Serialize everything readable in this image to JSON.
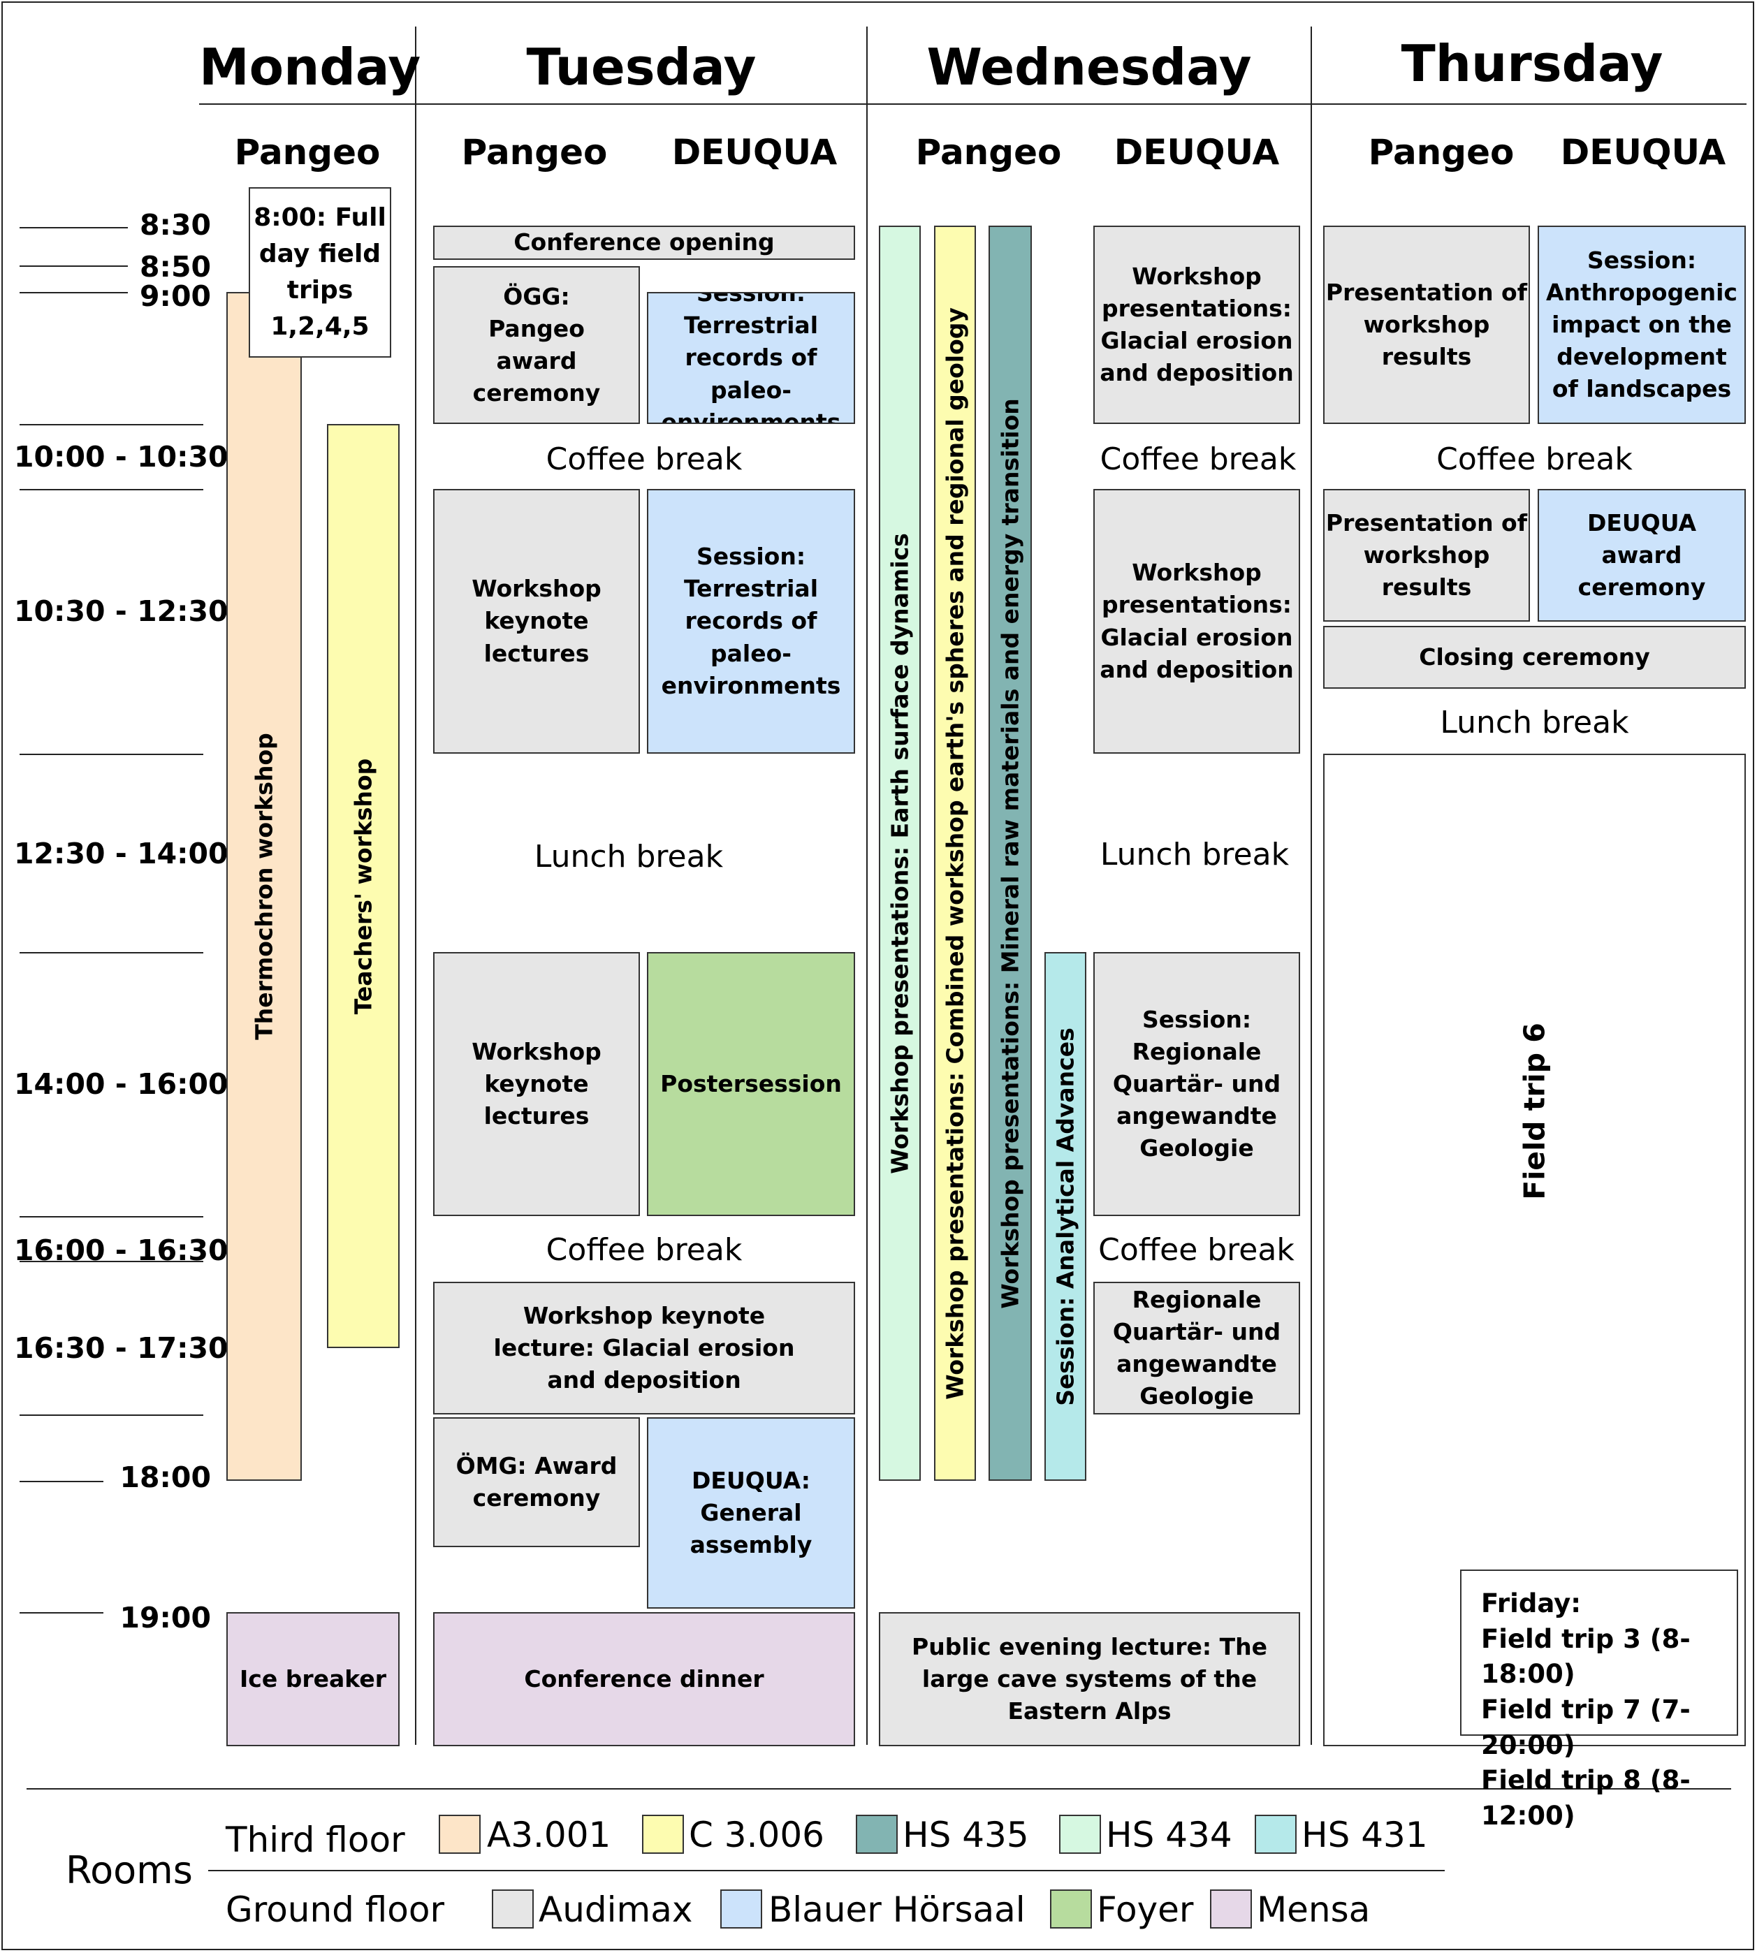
{
  "days": {
    "monday": "Monday",
    "tuesday": "Tuesday",
    "wednesday": "Wednesday",
    "thursday": "Thursday"
  },
  "rooms": {
    "pangeo": "Pangeo",
    "deuqua": "DEUQUA"
  },
  "times": [
    "8:30",
    "8:50",
    "9:00",
    "10:00 - 10:30",
    "10:30 - 12:30",
    "12:30 - 14:00",
    "14:00 - 16:00",
    "16:00 - 16:30",
    "16:30 - 17:30",
    "18:00",
    "19:00"
  ],
  "monday": {
    "field_trips": "8:00: Full day field trips 1,2,4,5",
    "thermochron": "Thermochron workshop",
    "teachers": "Teachers' workshop",
    "ice_breaker": "Ice breaker"
  },
  "tuesday": {
    "opening": "Conference opening",
    "ogg_award": "ÖGG: Pangeo award ceremony",
    "session_terrestrial_1": "Session: Terrestrial records of paleo-environments",
    "coffee_1": "Coffee break",
    "keynote_1": "Workshop keynote lectures",
    "session_terrestrial_2": "Session: Terrestrial records of paleo-environments",
    "lunch": "Lunch break",
    "keynote_2": "Workshop keynote lectures",
    "postersession": "Postersession",
    "coffee_2": "Coffee break",
    "keynote_glacial": "Workshop keynote lecture: Glacial erosion and deposition",
    "omg_award": "ÖMG: Award ceremony",
    "deuqua_assembly": "DEUQUA: General assembly",
    "dinner": "Conference dinner"
  },
  "wednesday": {
    "earth_surface": "Workshop presentations: Earth  surface dynamics",
    "combined": "Workshop presentations: Combined workshop earth's spheres and regional geology",
    "mineral": "Workshop presentations: Mineral raw materials and energy transition",
    "analytical": "Session: Analytical Advances",
    "glacial_1": "Workshop presentations: Glacial erosion and deposition",
    "coffee_1": "Coffee break",
    "glacial_2": "Workshop presentations: Glacial erosion and deposition",
    "lunch": "Lunch break",
    "regionale_session": "Session: Regionale Quartär- und angewandte Geologie",
    "coffee_2": "Coffee break",
    "regionale": "Regionale Quartär- und angewandte Geologie",
    "evening_lecture": "Public evening lecture: The large cave systems of the Eastern Alps"
  },
  "thursday": {
    "presentation_1": "Presentation of workshop results",
    "session_anthropogenic": "Session: Anthropogenic impact on the development of landscapes",
    "coffee": "Coffee break",
    "presentation_2": "Presentation of workshop results",
    "deuqua_award": "DEUQUA award ceremony",
    "closing": "Closing ceremony",
    "lunch": "Lunch break",
    "field_trip_6": "Field trip 6"
  },
  "friday": {
    "title": "Friday:",
    "trips": [
      "Field trip 3 (8-18:00)",
      "Field trip 7 (7-20:00)",
      "Field trip 8 (8-12:00)"
    ]
  },
  "legend": {
    "title": "Rooms",
    "third_floor": "Third floor",
    "ground_floor": "Ground floor",
    "third": [
      {
        "label": "A3.001",
        "color": "#fde5c8"
      },
      {
        "label": "C 3.006",
        "color": "#fdfcb0"
      },
      {
        "label": "HS 435",
        "color": "#82b4b2"
      },
      {
        "label": "HS 434",
        "color": "#d6f8e1"
      },
      {
        "label": "HS 431",
        "color": "#b5e9ea"
      }
    ],
    "ground": [
      {
        "label": "Audimax",
        "color": "#e6e6e6"
      },
      {
        "label": "Blauer Hörsaal",
        "color": "#cce3fb"
      },
      {
        "label": "Foyer",
        "color": "#b7dc9e"
      },
      {
        "label": "Mensa",
        "color": "#e6d8e8"
      }
    ]
  }
}
